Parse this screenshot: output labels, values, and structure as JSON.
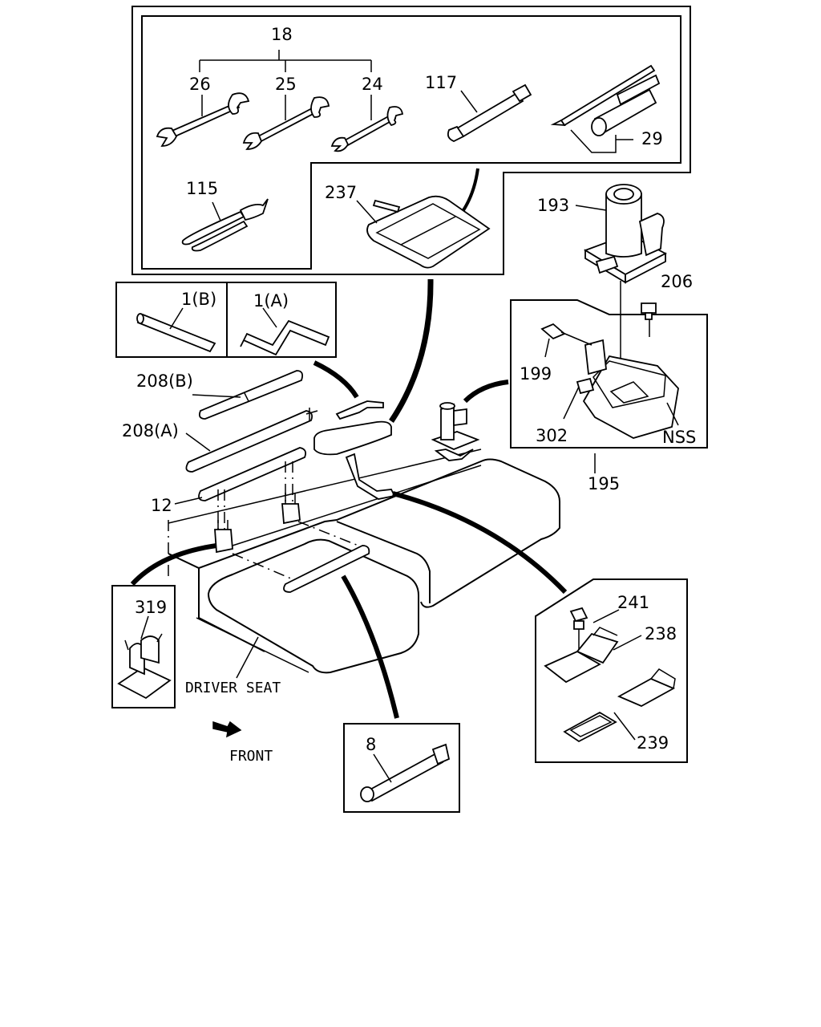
{
  "parts": {
    "p18": "18",
    "p26": "26",
    "p25": "25",
    "p24": "24",
    "p117": "117",
    "p29": "29",
    "p115": "115",
    "p237": "237",
    "p193": "193",
    "p206": "206",
    "p199": "199",
    "p302": "302",
    "nss": "NSS",
    "p195": "195",
    "p1b": "1(B)",
    "p1a": "1(A)",
    "p208b": "208(B)",
    "p208a": "208(A)",
    "p12": "12",
    "p319": "319",
    "p8": "8",
    "p241": "241",
    "p238": "238",
    "p239": "239"
  },
  "captions": {
    "driver_seat": "DRIVER SEAT",
    "front": "FRONT"
  }
}
